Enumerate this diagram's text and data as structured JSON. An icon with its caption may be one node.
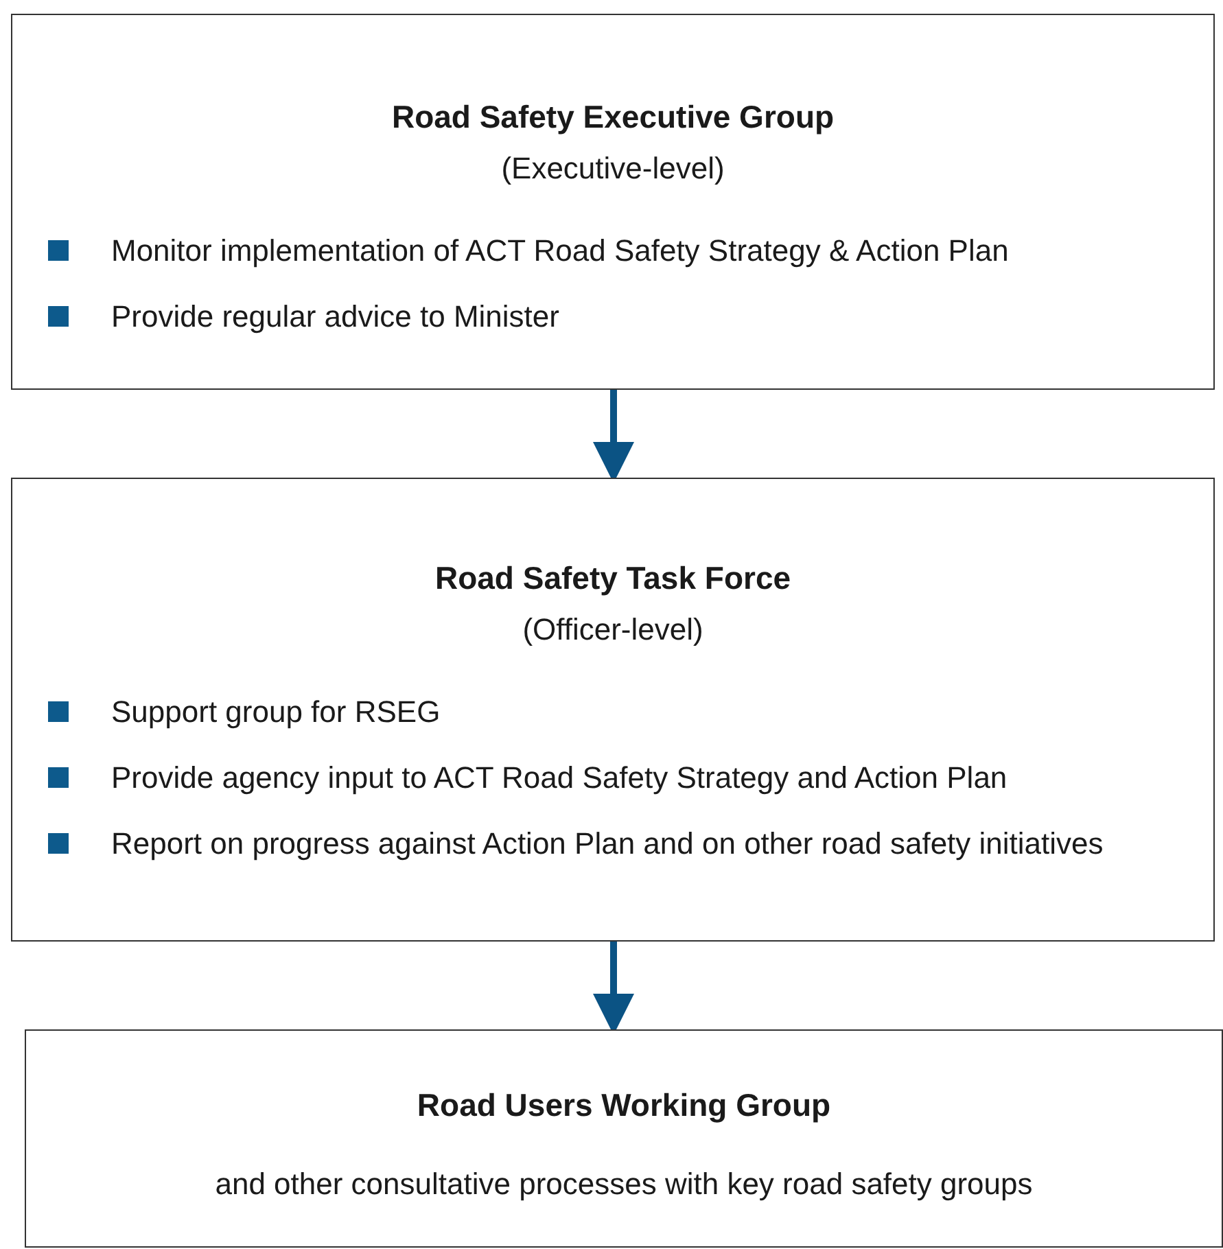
{
  "diagram": {
    "nodes": [
      {
        "text": [
          "Road Safety Executive Group",
          "(Executive-level)",
          "Monitor implementation of ACT Road Safety Strategy & Action Plan",
          "Provide regular advice to Minister"
        ]
      },
      {
        "text": [
          "Road Safety Task Force",
          "(Officer-level)",
          "Support group for RSEG",
          "Provide agency input to ACT Road Safety Strategy and Action Plan",
          "Report on progress against Action Plan and on other road safety initiatives"
        ]
      },
      {
        "text": [
          "Road Users Working Group",
          "and other consultative processes with key road safety groups"
        ]
      }
    ],
    "edges": [
      {
        "from": 0,
        "to": 1,
        "arrow": "to"
      },
      {
        "from": 1,
        "to": 2,
        "arrow": "to"
      }
    ]
  }
}
